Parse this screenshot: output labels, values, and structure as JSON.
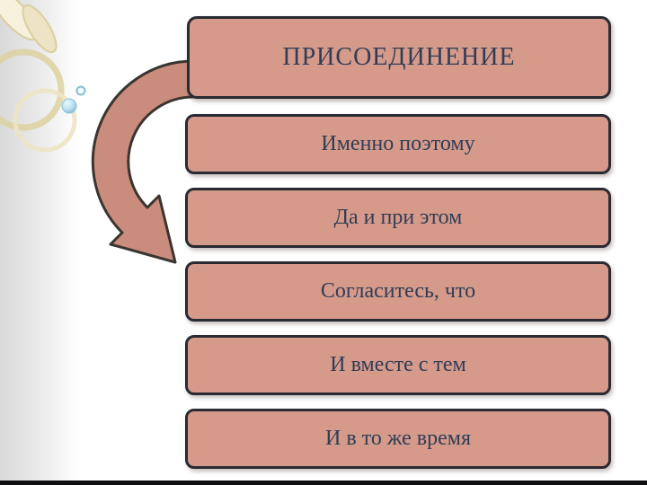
{
  "slide": {
    "title": "ПРИСОЕДИНЕНИЕ",
    "items": [
      "Именно поэтому",
      "Да и при этом",
      "Согласитесь, что",
      "И вместе с тем",
      "И в то же время"
    ],
    "colors": {
      "box_fill": "#d69a8b",
      "box_border": "#2a2a33",
      "text": "#303d55",
      "arrow_fill": "#ca8d7d",
      "arrow_outline": "#3b3530",
      "decor_gold": "#ddd1a0",
      "decor_gold_light": "#ece4c4",
      "decor_blue": "#b9e0f0",
      "background": "#ffffff",
      "strip_gray": "#d9d9d9"
    }
  }
}
